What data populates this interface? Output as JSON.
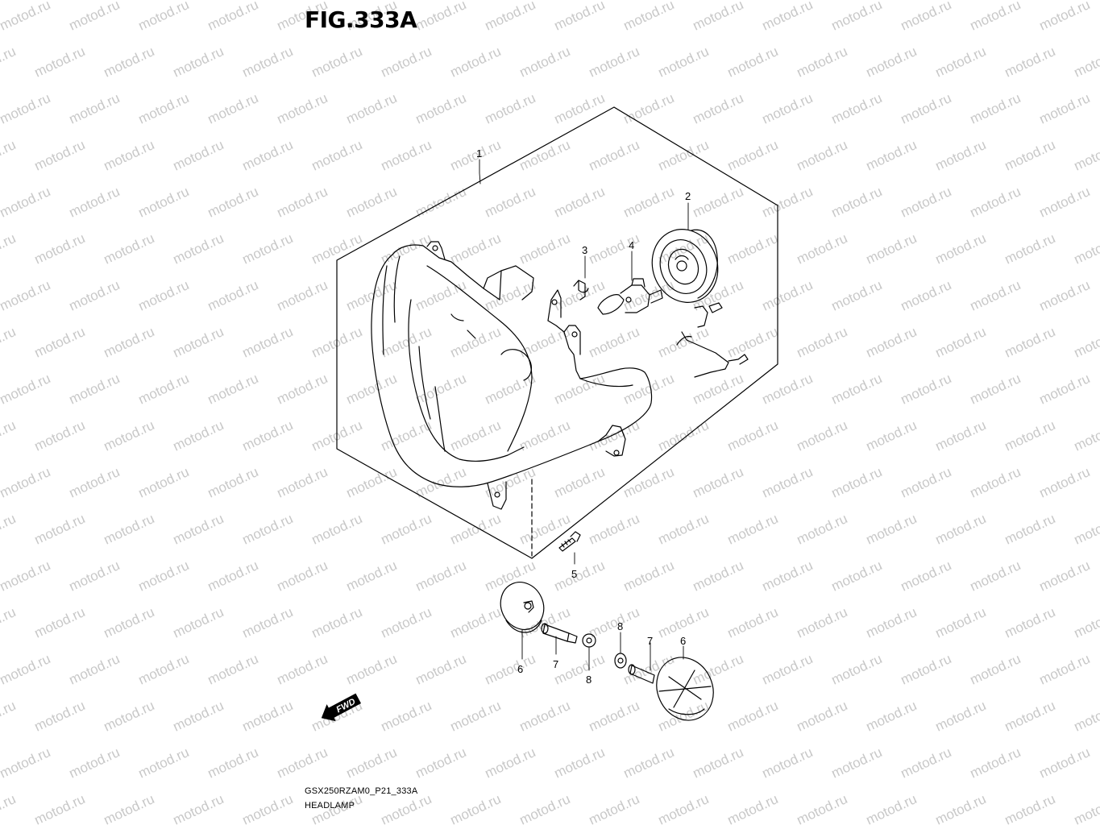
{
  "figure": {
    "title": "FIG.333A"
  },
  "footer": {
    "model_code": "GSX250RZAM0_P21_333A",
    "section_name": "HEADLAMP"
  },
  "watermark": {
    "text": "motod.ru",
    "color": "#c8c8c8"
  },
  "fwd_badge": {
    "label": "FWD"
  },
  "callouts": {
    "c1": "1",
    "c2": "2",
    "c3": "3",
    "c4": "4",
    "c5": "5",
    "c6a": "6",
    "c6b": "6",
    "c7a": "7",
    "c7b": "7",
    "c8a": "8",
    "c8b": "8"
  },
  "colors": {
    "line": "#000000",
    "background": "#ffffff"
  }
}
